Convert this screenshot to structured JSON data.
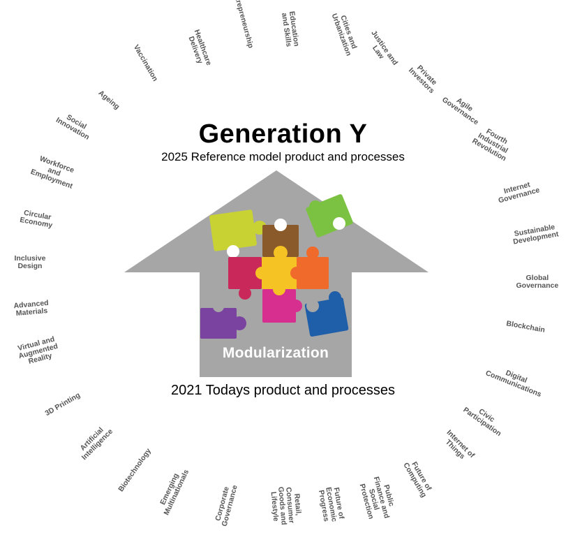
{
  "title": "Generation Y",
  "top_caption": "2025 Reference model product and processes",
  "center_label": "Modularization",
  "bottom_caption": "2021 Todays product and processes",
  "colors": {
    "arrow": "#a6a6a6",
    "text_ring": "#555555",
    "piece_yellow_green": "#c8d233",
    "piece_brown": "#8b5a2b",
    "piece_lime": "#7cc242",
    "piece_crimson": "#c8285a",
    "piece_yellow": "#f6c325",
    "piece_orange": "#f06a2c",
    "piece_purple": "#7a43a0",
    "piece_magenta": "#d62f8f",
    "piece_blue": "#1f5ea8"
  },
  "ring_topics": [
    {
      "text": "Entrepreneurship"
    },
    {
      "text": "Education\nand Skills"
    },
    {
      "text": "Cities and\nUrbanization"
    },
    {
      "text": "Justice and\nLaw"
    },
    {
      "text": "Private\nInvestors"
    },
    {
      "text": "Agile\nGovernance"
    },
    {
      "text": "Fourth\nIndustrial\nRevolution"
    },
    {
      "text": "Internet\nGovernance"
    },
    {
      "text": "Sustainable\nDevelopment"
    },
    {
      "text": "Global\nGovernance"
    },
    {
      "text": "Blockchain"
    },
    {
      "text": "Digital\nCommunications"
    },
    {
      "text": "Civic\nParticipation"
    },
    {
      "text": "Internet of\nThings"
    },
    {
      "text": "Future of\nComputing"
    },
    {
      "text": "Public\nFinance and\nSocial\nProtection"
    },
    {
      "text": "Future of\nEconomic\nProgress"
    },
    {
      "text": "Retail,\nConsumer\nGoods and\nLifestyle"
    },
    {
      "text": "Corporate\nGovernance"
    },
    {
      "text": "Emerging\nMultinationals"
    },
    {
      "text": "Biotechnology"
    },
    {
      "text": "Artificial\nIntelligence"
    },
    {
      "text": "3D Printing"
    },
    {
      "text": "Virtual and\nAugmented\nReality"
    },
    {
      "text": "Advanced\nMaterials"
    },
    {
      "text": "Inclusive\nDesign"
    },
    {
      "text": "Circular\nEconomy"
    },
    {
      "text": "Workforce\nand\nEmployment"
    },
    {
      "text": "Social\nInnovation"
    },
    {
      "text": "Ageing"
    },
    {
      "text": "Vaccination"
    },
    {
      "text": "Healthcare\nDelivery"
    }
  ]
}
